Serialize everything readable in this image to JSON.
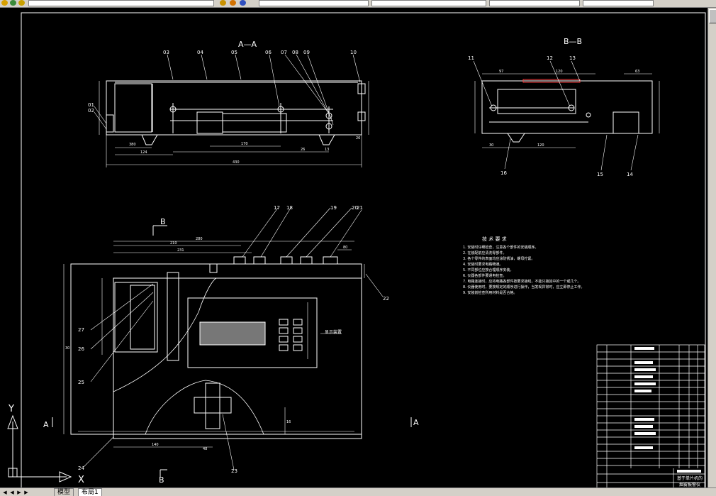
{
  "tabs": [
    {
      "label": "模型",
      "active": false
    },
    {
      "label": "布局1",
      "active": true
    }
  ],
  "ucs": {
    "y_label": "Y",
    "x_label": "X"
  },
  "views": {
    "aa_title": "A—A",
    "bb_title": "B—B",
    "section_a_left": "A",
    "section_a_right": "A",
    "section_b_top": "B",
    "section_b_bottom": "B"
  },
  "balloons_aa": [
    "03",
    "04",
    "05",
    "06",
    "07",
    "08",
    "09",
    "10",
    "01",
    "02"
  ],
  "balloons_bb": [
    "11",
    "12",
    "13",
    "14",
    "15",
    "16"
  ],
  "balloons_plan": [
    "17",
    "18",
    "19",
    "20",
    "21",
    "22",
    "23",
    "24",
    "25",
    "26",
    "27"
  ],
  "dims_aa": [
    "380",
    "124",
    "170",
    "26",
    "13",
    "430",
    "26"
  ],
  "dims_bb": [
    "97",
    "120",
    "63",
    "120",
    "30"
  ],
  "dims_plan": [
    "280",
    "210",
    "231",
    "80",
    "140",
    "48",
    "16",
    "30"
  ],
  "plan_label": "显示装置",
  "tech_req": {
    "title": "技 术 要 求",
    "lines": [
      "1. 安装时仔细检查，注意各个部件的安装顺序。",
      "2. 在装配前应清洗零部件。",
      "3. 各个零件的表面均应涂防锈油，螺母拧紧。",
      "4. 安装时要求电路畅通。",
      "5. 不同部位应按合理顺序安装。",
      "6. 仪器各部件要通电检查。",
      "7. 电路连接时，应将电路各部件按要求接线，不能只接其中的一个或几个。",
      "8. 仪器使用时，要按规定的顺序进行操作，当发现异常时，应立即停止工作。",
      "9. 安装前检查所用材料是否合格。"
    ]
  },
  "title_block": {
    "drawing_name": "基于单片机的",
    "drawing_sub": "烟雾报警仪"
  }
}
